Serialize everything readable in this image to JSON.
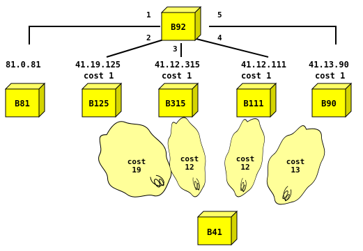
{
  "colors": {
    "box": "#ffff00",
    "cloud": "#ffff99",
    "stroke": "#000000"
  },
  "nodes": {
    "root": "B92",
    "b81": "B81",
    "b125": "B125",
    "b315": "B315",
    "b111": "B111",
    "b90": "B90",
    "b41": "B41"
  },
  "ports": {
    "p1": "1",
    "p2": "2",
    "p3": "3",
    "p4": "4",
    "p5": "5"
  },
  "addresses": {
    "b81": "81.0.81",
    "b125": "41.19.125",
    "b315": "41.12.315",
    "b111": "41.12.111",
    "b90": "41.13.90"
  },
  "costs": {
    "b125": "cost 1",
    "b315": "cost 1",
    "b111": "cost 1",
    "b90": "cost 1"
  },
  "clouds": [
    {
      "line1": "cost",
      "line2": "19"
    },
    {
      "line1": "cost",
      "line2": "12"
    },
    {
      "line1": "cost",
      "line2": "12"
    },
    {
      "line1": "cost",
      "line2": "13"
    }
  ]
}
